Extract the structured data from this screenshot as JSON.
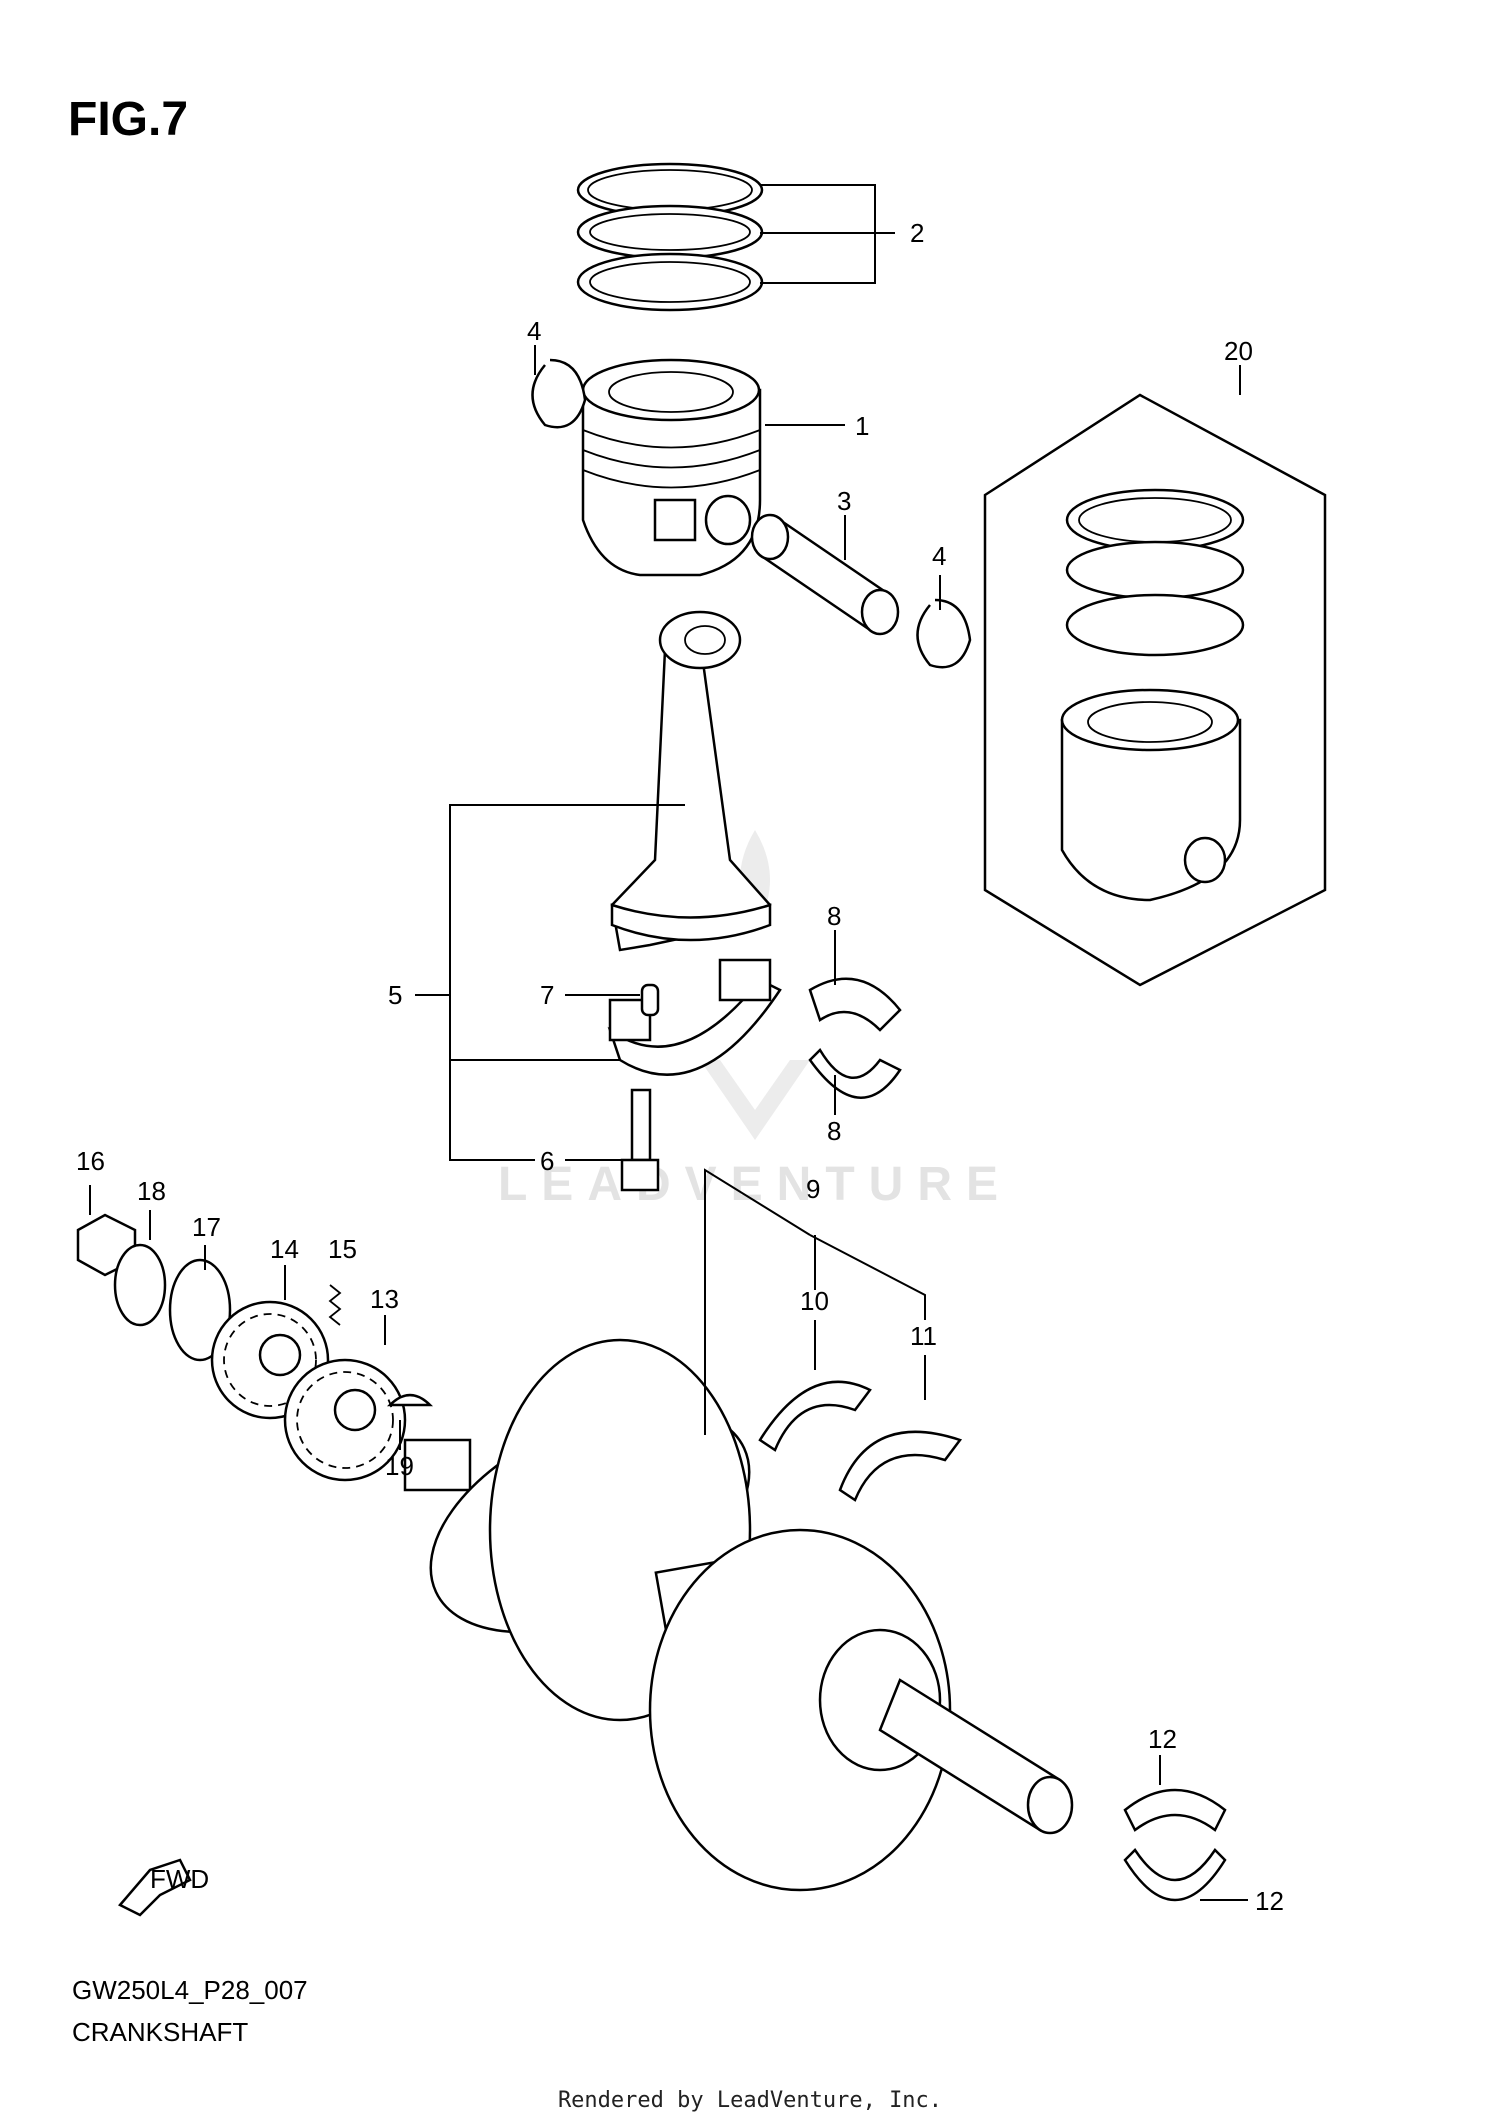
{
  "header": {
    "figure_label": "FIG.7"
  },
  "footer": {
    "diagram_code": "GW250L4_P28_007",
    "section_name": "CRANKSHAFT",
    "rendered_by": "Rendered by LeadVenture, Inc."
  },
  "watermark": {
    "text": "LEADVENTURE"
  },
  "direction_marker": {
    "text": "FWD"
  },
  "callouts": {
    "c1": "1",
    "c2": "2",
    "c3": "3",
    "c4a": "4",
    "c4b": "4",
    "c5": "5",
    "c6": "6",
    "c7": "7",
    "c8a": "8",
    "c8b": "8",
    "c9": "9",
    "c10": "10",
    "c11": "11",
    "c12a": "12",
    "c12b": "12",
    "c13": "13",
    "c14": "14",
    "c15": "15",
    "c16": "16",
    "c17": "17",
    "c18": "18",
    "c19": "19",
    "c20": "20"
  }
}
